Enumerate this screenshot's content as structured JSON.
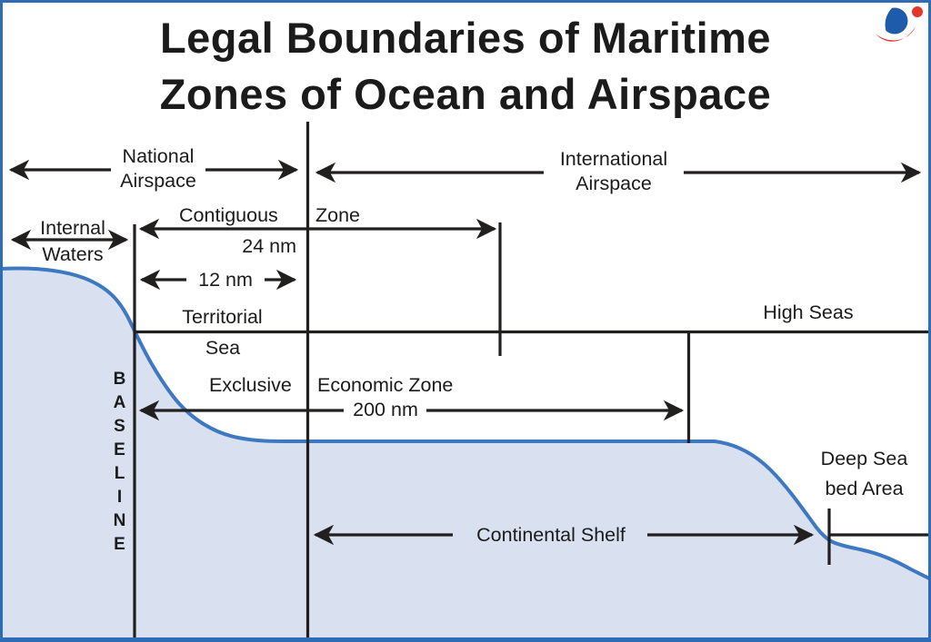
{
  "title": {
    "line1": "Legal Boundaries of Maritime",
    "line2": "Zones of Ocean and Airspace"
  },
  "airspace": {
    "national": {
      "line1": "National",
      "line2": "Airspace"
    },
    "international": {
      "line1": "International",
      "line2": "Airspace"
    }
  },
  "zones": {
    "internal_waters": {
      "line1": "Internal",
      "line2": "Waters"
    },
    "contiguous_zone": {
      "word1": "Contiguous",
      "word2": "Zone",
      "distance": "24 nm"
    },
    "territorial_sea": {
      "word1": "Territorial",
      "word2": "Sea",
      "distance": "12 nm"
    },
    "eez": {
      "word1": "Exclusive",
      "word2": "Economic Zone",
      "distance": "200 nm"
    },
    "high_seas": "High Seas",
    "baseline": "BASELINE",
    "continental_shelf": "Continental Shelf",
    "deep_sea_bed": {
      "line1": "Deep Sea",
      "line2": "bed Area"
    }
  },
  "colors": {
    "text": "#1b1b1b",
    "line": "#221f1f",
    "sea_fill": "#d9e0f0",
    "sea_stroke": "#3d78c0",
    "border": "#2e6db6",
    "logo_blue": "#1e5cab",
    "logo_red": "#e2372b",
    "background": "#ffffff"
  }
}
